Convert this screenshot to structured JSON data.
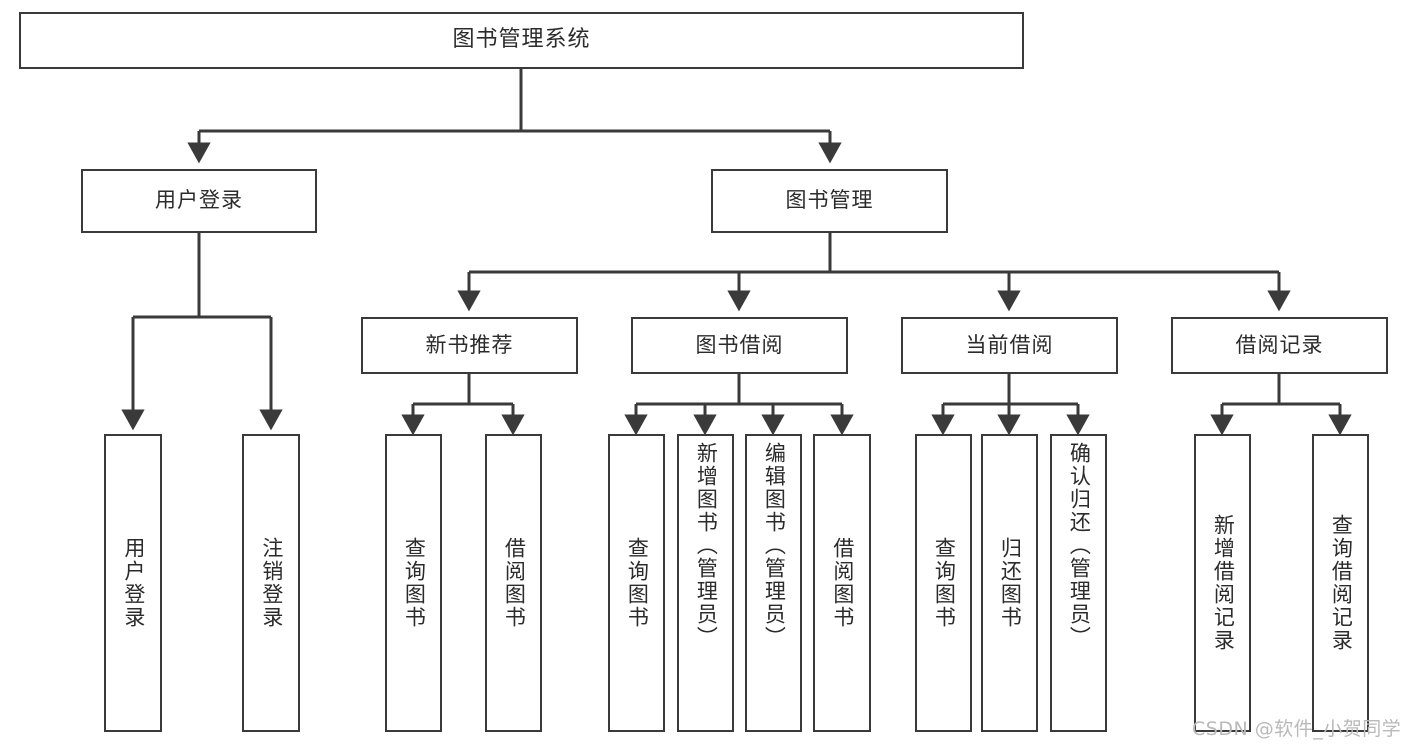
{
  "diagram": {
    "title": "图书管理系统",
    "type": "hierarchy-tree",
    "levels": 4,
    "colors": {
      "box_border": "#3a3a3a",
      "box_fill": "#ffffff",
      "connector": "#3a3a3a",
      "text": "#2b2b2b",
      "watermark": "#b9b9b9",
      "background": "#ffffff"
    },
    "nodes": {
      "root": {
        "id": "root",
        "label": "图书管理系统",
        "orientation": "horizontal"
      },
      "level2": [
        {
          "id": "user-login",
          "label": "用户登录",
          "orientation": "horizontal"
        },
        {
          "id": "book-manage",
          "label": "图书管理",
          "orientation": "horizontal"
        }
      ],
      "level3": [
        {
          "id": "new-book-recommend",
          "label": "新书推荐",
          "orientation": "horizontal",
          "parent": "book-manage"
        },
        {
          "id": "book-borrow",
          "label": "图书借阅",
          "orientation": "horizontal",
          "parent": "book-manage"
        },
        {
          "id": "current-borrow",
          "label": "当前借阅",
          "orientation": "horizontal",
          "parent": "book-manage"
        },
        {
          "id": "borrow-record",
          "label": "借阅记录",
          "orientation": "horizontal",
          "parent": "book-manage"
        }
      ],
      "leaves": [
        {
          "id": "leaf-user-login",
          "label": "用户登录",
          "orientation": "vertical",
          "parent": "user-login"
        },
        {
          "id": "leaf-logout-login",
          "label": "注销登录",
          "orientation": "vertical",
          "parent": "user-login"
        },
        {
          "id": "leaf-query-book-1",
          "label": "查询图书",
          "orientation": "vertical",
          "parent": "new-book-recommend"
        },
        {
          "id": "leaf-borrow-book-1",
          "label": "借阅图书",
          "orientation": "vertical",
          "parent": "new-book-recommend"
        },
        {
          "id": "leaf-query-book-2",
          "label": "查询图书",
          "orientation": "vertical",
          "parent": "book-borrow"
        },
        {
          "id": "leaf-add-book",
          "label": "新增图书（管理员）",
          "orientation": "vertical",
          "parent": "book-borrow"
        },
        {
          "id": "leaf-edit-book",
          "label": "编辑图书（管理员）",
          "orientation": "vertical",
          "parent": "book-borrow"
        },
        {
          "id": "leaf-borrow-book-2",
          "label": "借阅图书",
          "orientation": "vertical",
          "parent": "book-borrow"
        },
        {
          "id": "leaf-query-book-3",
          "label": "查询图书",
          "orientation": "vertical",
          "parent": "current-borrow"
        },
        {
          "id": "leaf-return-book",
          "label": "归还图书",
          "orientation": "vertical",
          "parent": "current-borrow"
        },
        {
          "id": "leaf-confirm-return",
          "label": "确认归还（管理员）",
          "orientation": "vertical",
          "parent": "current-borrow"
        },
        {
          "id": "leaf-add-record",
          "label": "新增借阅记录",
          "orientation": "vertical",
          "parent": "borrow-record"
        },
        {
          "id": "leaf-query-record",
          "label": "查询借阅记录",
          "orientation": "vertical",
          "parent": "borrow-record"
        }
      ]
    }
  },
  "watermark": {
    "text": "CSDN @软件_小贺同学"
  }
}
